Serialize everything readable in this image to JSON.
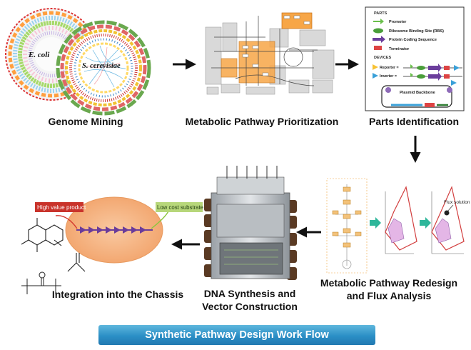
{
  "steps": {
    "genome_mining": "Genome Mining",
    "pathway_prioritization": "Metabolic Pathway Prioritization",
    "parts_identification": "Parts Identification",
    "redesign_line1": "Metabolic Pathway Redesign",
    "redesign_line2": "and Flux Analysis",
    "dna_line1": "DNA Synthesis and",
    "dna_line2": "Vector Construction",
    "chassis": "Integration into the Chassis"
  },
  "genome": {
    "organism_a": "E. coli",
    "organism_b": "S. cerevisiae"
  },
  "parts_panel": {
    "parts_header": "PARTS",
    "promoter": "Promoter",
    "rbs": "Ribosome Binding Site (RBS)",
    "coding_sequence": "Protein Coding Sequence",
    "terminator": "Terminator",
    "devices_header": "DEVICES",
    "reporter": "Reporter =",
    "inverter": "Inverter =",
    "backbone": "Plasmid Backbone"
  },
  "flux": {
    "flux_solution": "Flux solution"
  },
  "chassis_cell": {
    "high_value": "High value product",
    "low_cost": "Low cost substrate"
  },
  "banner": "Synthetic Pathway Design Work Flow",
  "colors": {
    "banner": "#2b8fc6",
    "orange": "#f39a32",
    "arrow": "#111111",
    "cell": "#f6b27f",
    "pink": "#e0c0e6"
  }
}
